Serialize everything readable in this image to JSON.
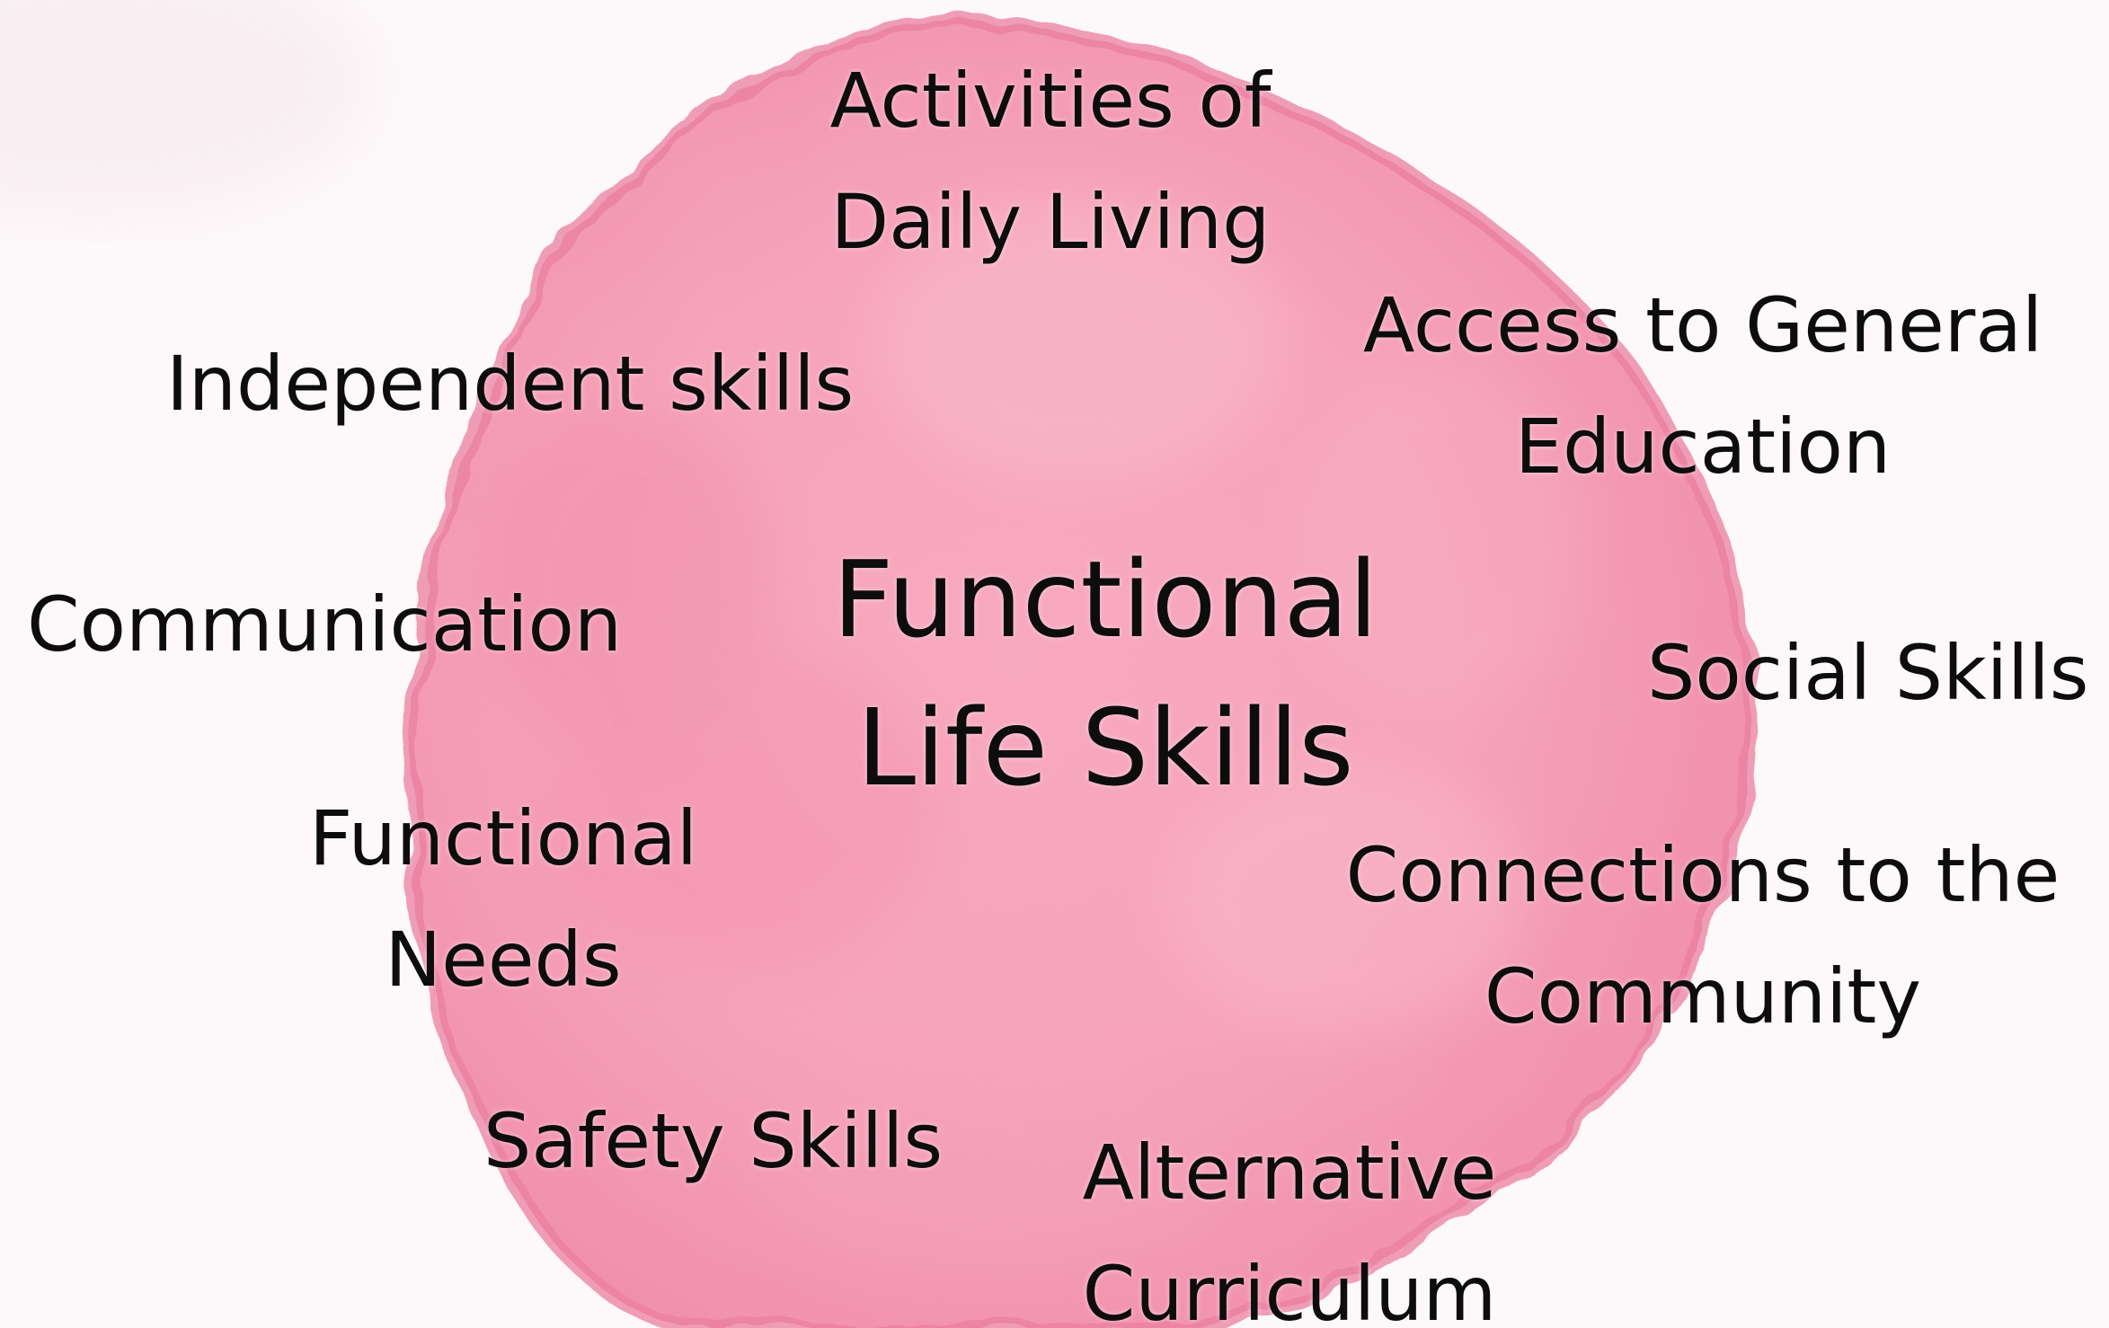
{
  "diagram": {
    "center": {
      "line1": "Functional",
      "line2": "Life Skills"
    },
    "items": [
      {
        "line1": "Activities of",
        "line2": "Daily Living"
      },
      {
        "line1": "Access to General",
        "line2": "Education"
      },
      {
        "line1": "Independent skills"
      },
      {
        "line1": "Communication"
      },
      {
        "line1": "Social Skills"
      },
      {
        "line1": "Functional",
        "line2": "Needs"
      },
      {
        "line1": "Connections to the",
        "line2": "Community"
      },
      {
        "line1": "Safety Skills"
      },
      {
        "line1": "Alternative",
        "line2": "Curriculum"
      }
    ]
  },
  "colors": {
    "background": "#fdf8fa",
    "blob_light": "#f8b5c6",
    "blob_mid": "#f39ab4",
    "blob_dark": "#ec7fa0",
    "text": "#0d0d0d"
  }
}
